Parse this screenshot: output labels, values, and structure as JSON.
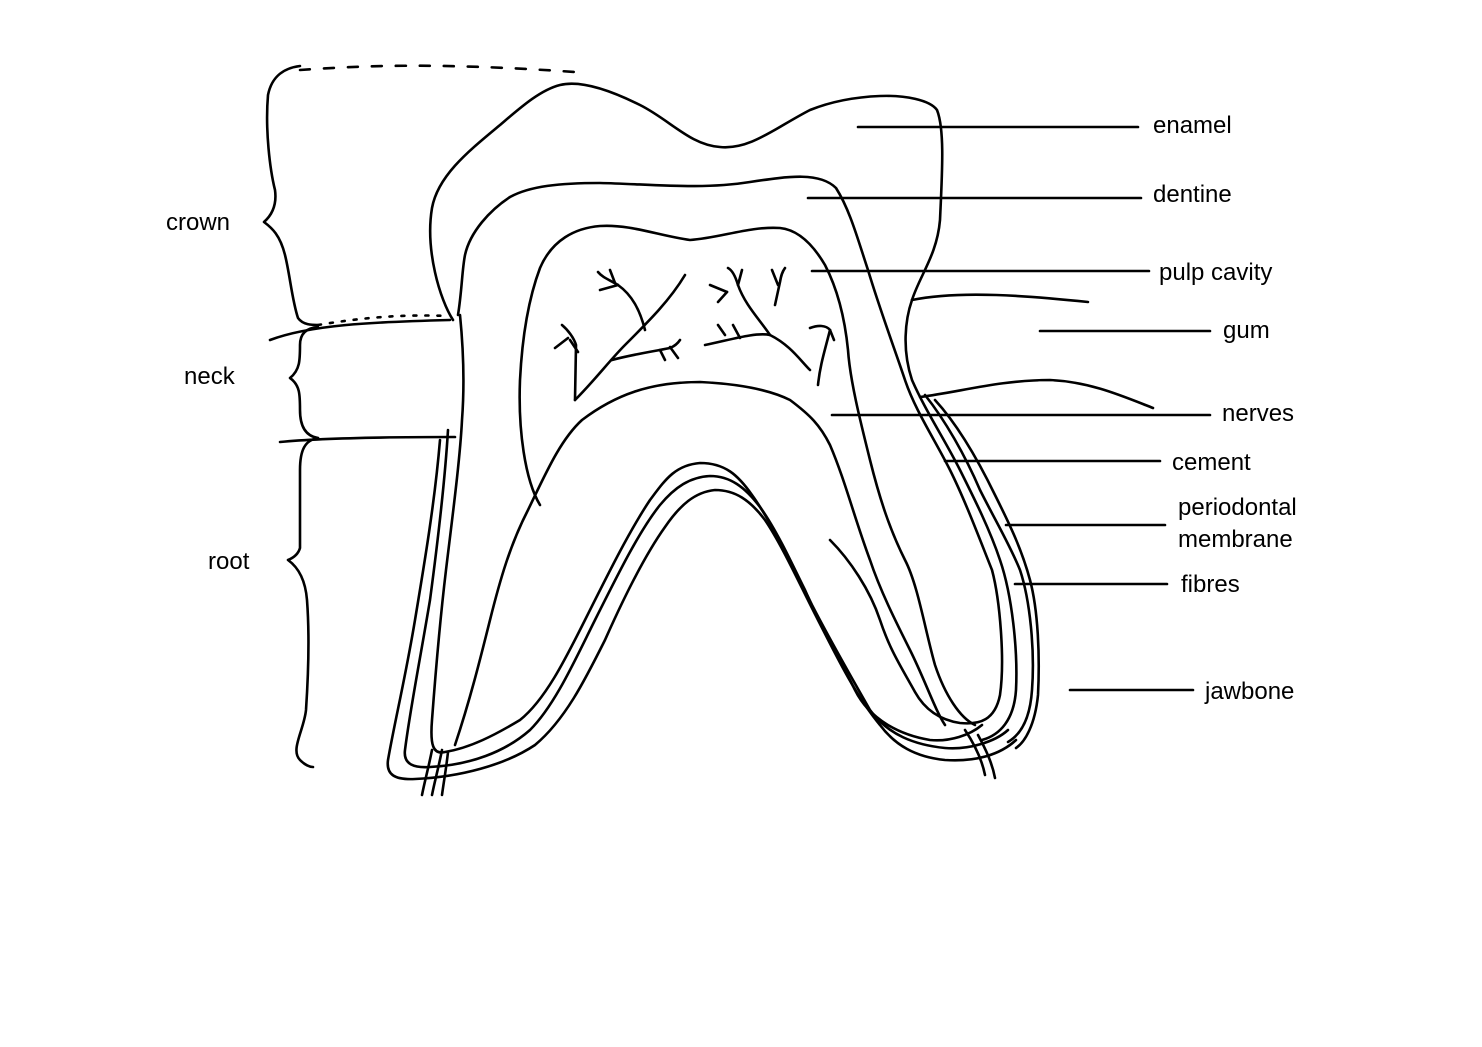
{
  "colors": {
    "background": "#ffffff",
    "line": "#000000"
  },
  "regions": {
    "crown": "crown",
    "neck": "neck",
    "root": "root"
  },
  "labels": {
    "enamel": "enamel",
    "dentine": "dentine",
    "pulp_cavity": "pulp cavity",
    "gum": "gum",
    "nerves": "nerves",
    "cement": "cement",
    "periodontal_membrane_line1": "periodontal",
    "periodontal_membrane_line2": "membrane",
    "fibres": "fibres",
    "jawbone": "jawbone"
  }
}
